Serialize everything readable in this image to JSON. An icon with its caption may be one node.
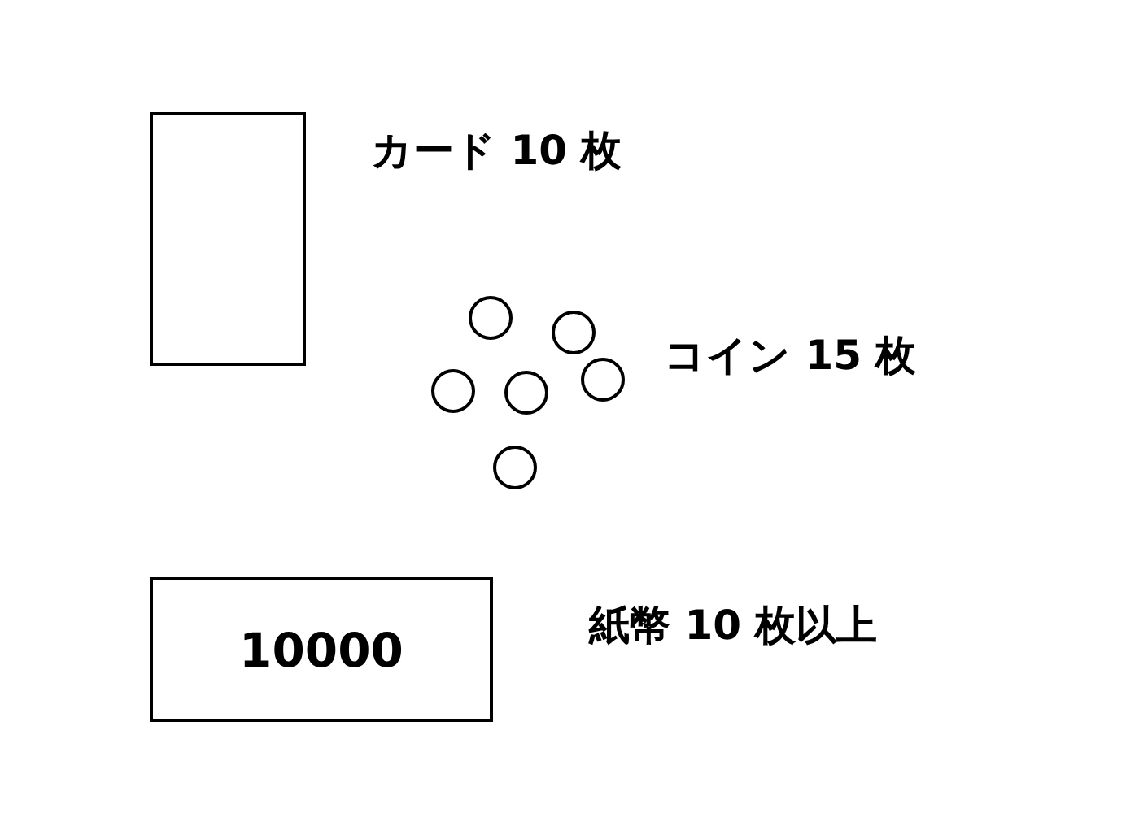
{
  "diagram": {
    "nodes": [
      {
        "text": [],
        "shape": "box",
        "beside": [
          "カード 10 枚"
        ]
      },
      {
        "text": [],
        "shape": "circle"
      },
      {
        "text": [],
        "shape": "circle"
      },
      {
        "text": [],
        "shape": "circle"
      },
      {
        "text": [],
        "shape": "circle"
      },
      {
        "text": [],
        "shape": "circle"
      },
      {
        "text": [],
        "shape": "circle"
      },
      {
        "text": [
          "10000"
        ],
        "beside": [
          "紙幣 10 枚以上"
        ]
      }
    ],
    "labels": [
      "コイン 15 枚"
    ]
  }
}
